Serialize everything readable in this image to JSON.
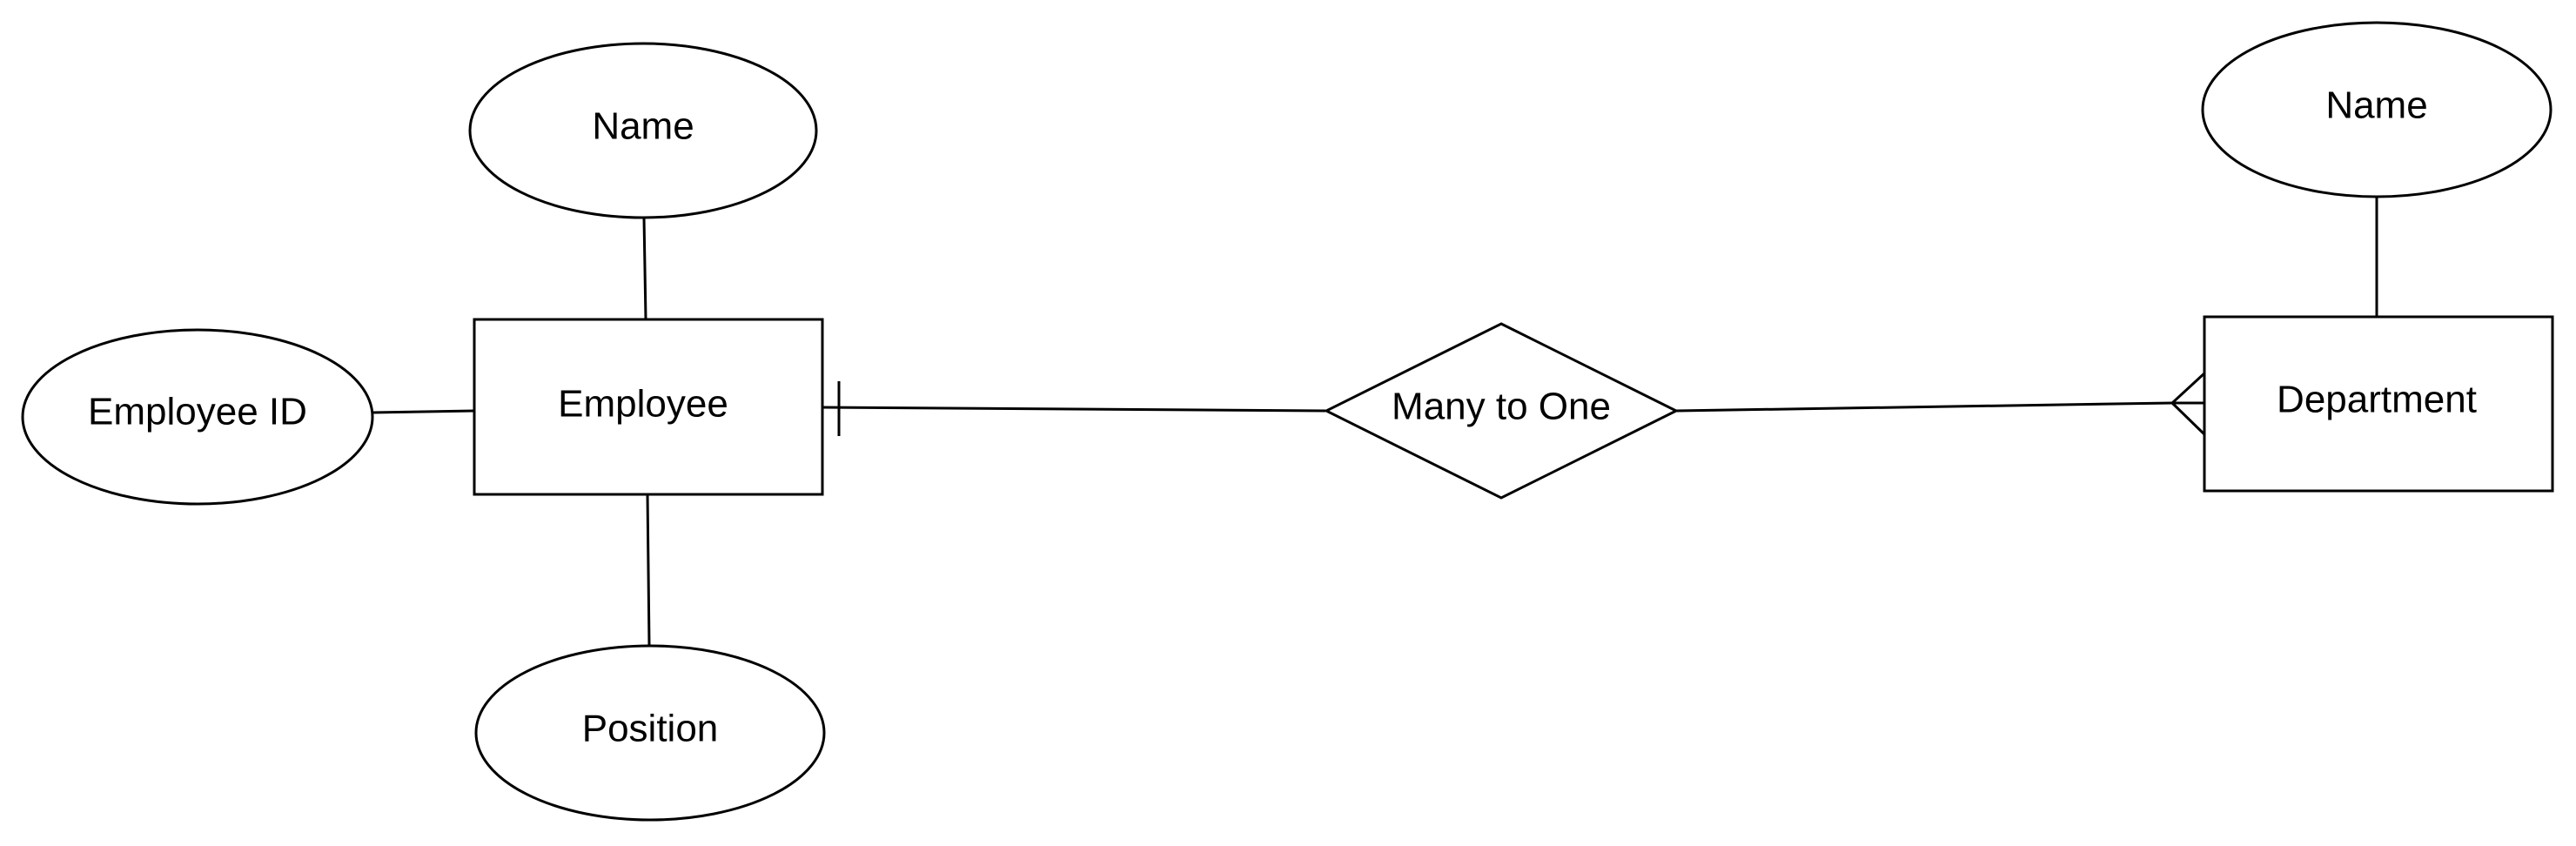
{
  "diagram": {
    "entities": {
      "employee": "Employee",
      "department": "Department"
    },
    "attributes": {
      "employee_name": "Name",
      "employee_id": "Employee ID",
      "employee_position": "Position",
      "department_name": "Name"
    },
    "relationship": "Many to One"
  },
  "colors": {
    "stroke": "#000000",
    "fill": "#ffffff"
  }
}
